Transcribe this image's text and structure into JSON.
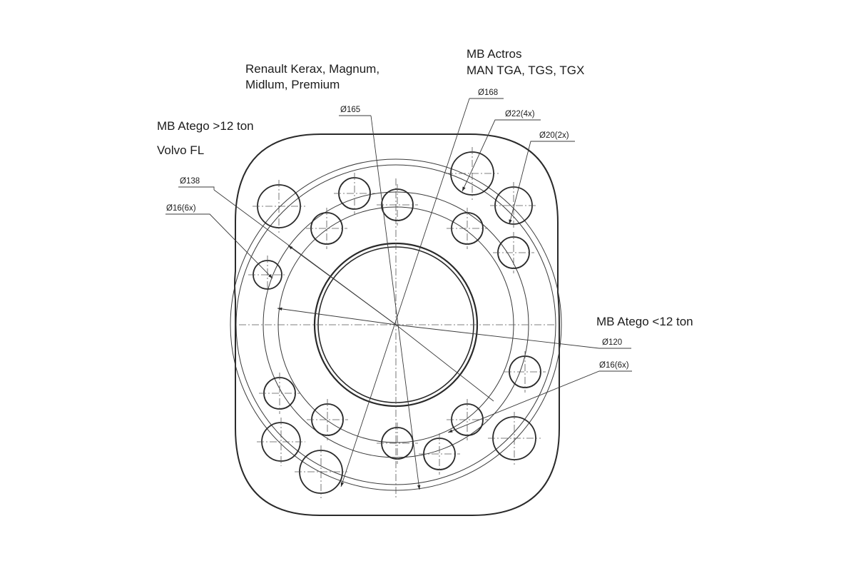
{
  "labels": {
    "renault_line1": "Renault Kerax, Magnum,",
    "renault_line2": "Midlum, Premium",
    "mb_actros": "MB Actros",
    "man": "MAN TGA, TGS, TGX",
    "atego_gt12": "MB Atego >12 ton",
    "volvo_fl": "Volvo FL",
    "atego_lt12": "MB Atego <12 ton"
  },
  "dimensions": {
    "d165": "Ø165",
    "d168": "Ø168",
    "d22": "Ø22(4x)",
    "d20": "Ø20(2x)",
    "d138": "Ø138",
    "d16_left": "Ø16(6x)",
    "d120": "Ø120",
    "d16_right": "Ø16(6x)"
  }
}
